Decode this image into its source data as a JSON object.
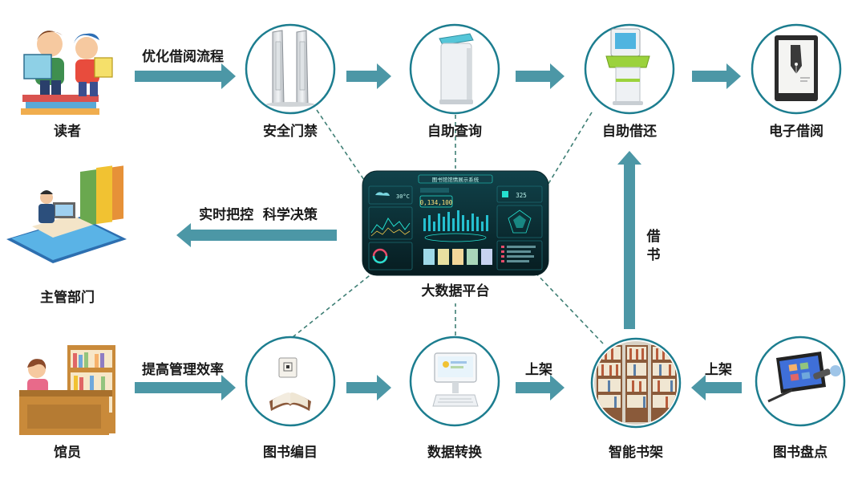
{
  "colors": {
    "arrow": "#4c97a6",
    "circle": "#1c7d8f",
    "dash": "#3f7f75",
    "dashboard_bg": "#0c2d33",
    "dashboard_accent": "#25e0d0",
    "label": "#1a1a1a"
  },
  "nodes": {
    "reader": {
      "label": "读者",
      "icon": "reader-illustration"
    },
    "security_gate": {
      "label": "安全门禁",
      "icon": "security-gate-icon"
    },
    "self_query": {
      "label": "自助查询",
      "icon": "query-kiosk-icon"
    },
    "self_borrow_return": {
      "label": "自助借还",
      "icon": "borrow-return-kiosk-icon"
    },
    "e_reading": {
      "label": "电子借阅",
      "icon": "e-reader-icon"
    },
    "management": {
      "label": "主管部门",
      "icon": "management-desk-illustration"
    },
    "big_data": {
      "label": "大数据平台",
      "icon": "dashboard-screen-icon"
    },
    "librarian": {
      "label": "馆员",
      "icon": "librarian-illustration"
    },
    "cataloging": {
      "label": "图书编目",
      "icon": "book-tag-icon"
    },
    "data_conversion": {
      "label": "数据转换",
      "icon": "conversion-terminal-icon"
    },
    "smart_shelf": {
      "label": "智能书架",
      "icon": "bookshelf-icon"
    },
    "inventory": {
      "label": "图书盘点",
      "icon": "inventory-scanner-icon"
    }
  },
  "edges": {
    "optimize_borrowing": "优化借阅流程",
    "realtime_control": "实时把控  科学决策",
    "improve_efficiency": "提高管理效率",
    "shelving_1": "上架",
    "shelving_2": "上架",
    "borrow_vertical": [
      "借",
      "书"
    ]
  },
  "dashboard": {
    "title": "图书馆馆情展示系统",
    "temperature": "30°C",
    "counter": "0,134,100",
    "side_number": "325"
  }
}
